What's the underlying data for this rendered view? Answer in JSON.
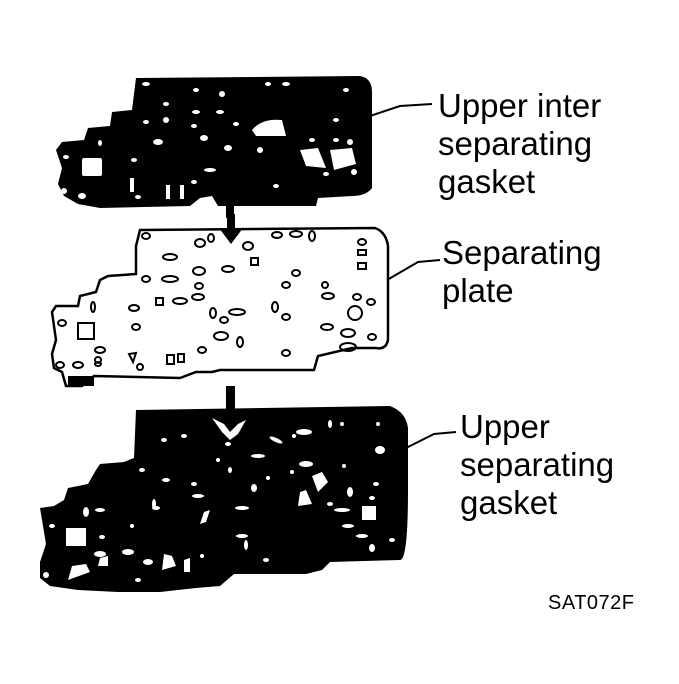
{
  "diagram": {
    "type": "exploded-assembly-view",
    "colors": {
      "ink": "#000000",
      "paper": "#ffffff"
    },
    "parts": [
      {
        "id": "upper-inter-separating-gasket",
        "label_lines": [
          "Upper inter",
          "separating",
          "gasket"
        ],
        "fill": "black"
      },
      {
        "id": "separating-plate",
        "label_lines": [
          "Separating",
          "plate"
        ],
        "fill": "outline"
      },
      {
        "id": "upper-separating-gasket",
        "label_lines": [
          "Upper",
          "separating",
          "gasket"
        ],
        "fill": "black"
      }
    ],
    "arrows": [
      {
        "from": "upper-inter-separating-gasket",
        "to": "separating-plate",
        "direction": "down"
      },
      {
        "from": "separating-plate",
        "to": "upper-separating-gasket",
        "direction": "down"
      }
    ],
    "figure_code": "SAT072F"
  }
}
